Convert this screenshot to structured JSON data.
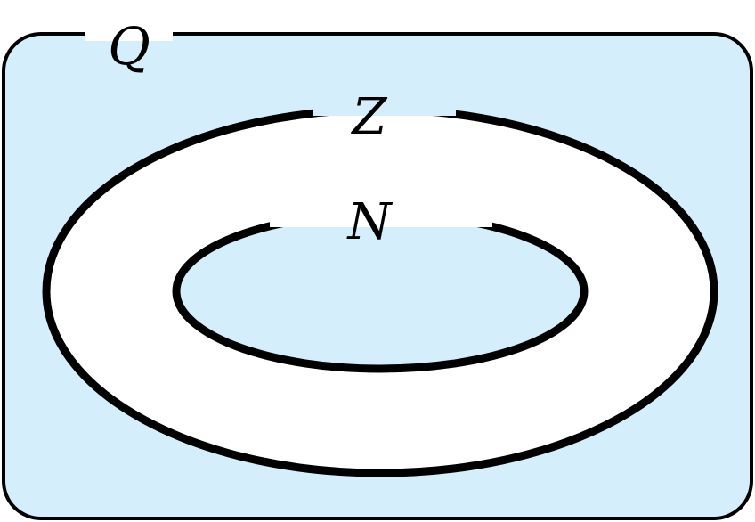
{
  "colors": {
    "fill": "#d4eefb",
    "ring": "#ffffff",
    "stroke": "#000000"
  },
  "sets": {
    "outer": {
      "label": "Q"
    },
    "middle": {
      "label": "Z"
    },
    "inner": {
      "label": "N"
    }
  }
}
